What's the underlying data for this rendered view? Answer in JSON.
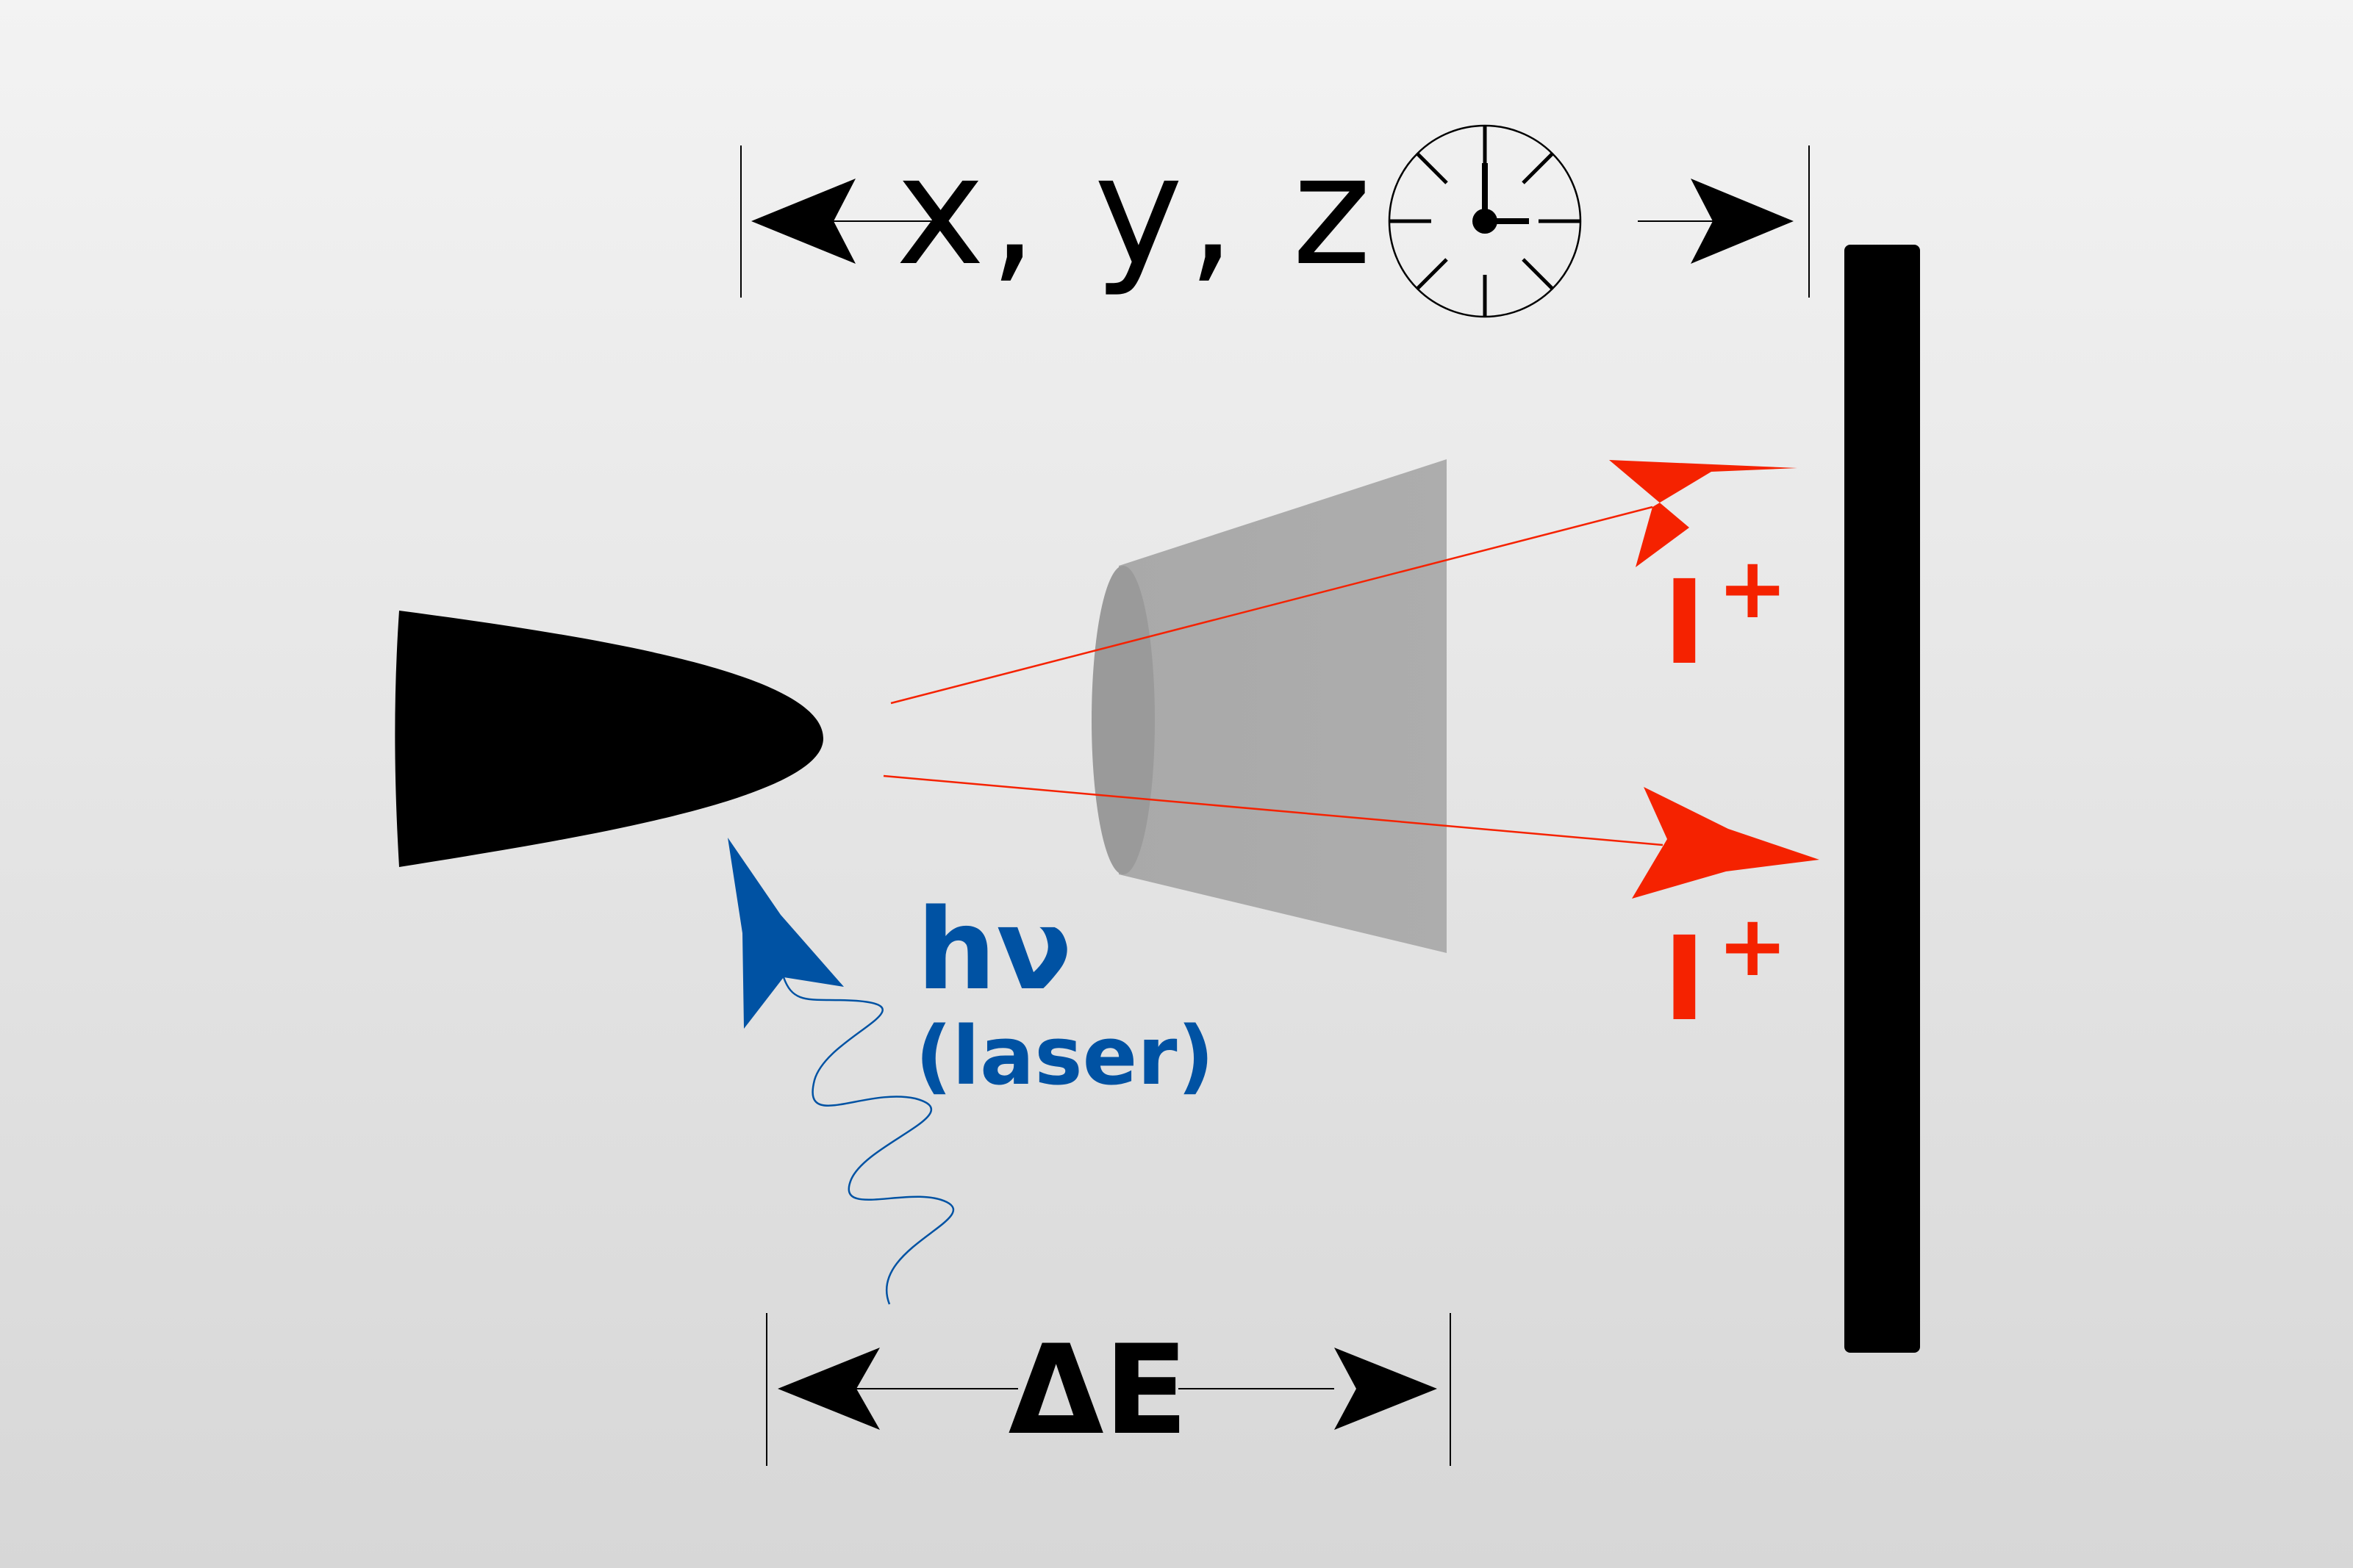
{
  "labels": {
    "coordinates": "x, y, z",
    "photon_symbol": "hν",
    "photon_source": "(laser)",
    "ion_upper": "I",
    "ion_lower": "I",
    "ion_charge": "+",
    "energy": "ΔE"
  },
  "icons": {
    "clock": "clock-icon"
  },
  "colors": {
    "ion": "#f52200",
    "laser": "#0052a3",
    "tip": "#000000",
    "detector": "#000000",
    "electrode": "#a8a8a8",
    "background_top": "#f2f2f2",
    "background_bottom": "#d8d8d8"
  }
}
